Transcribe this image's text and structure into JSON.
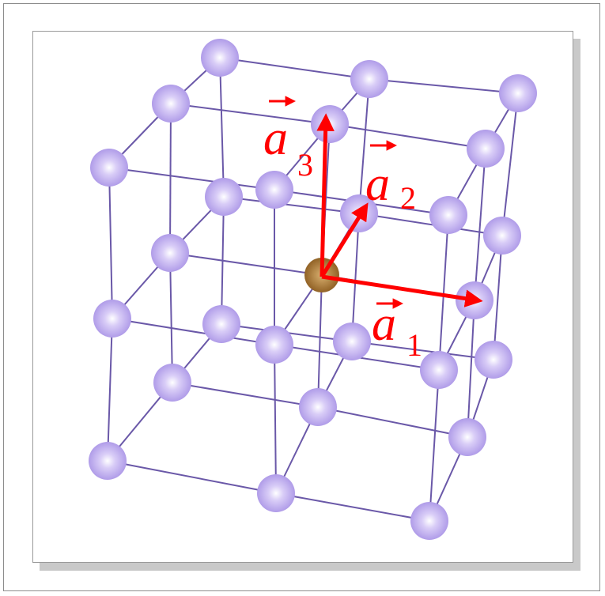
{
  "vectors": [
    {
      "id": "a1",
      "letter": "a",
      "subscript": "1"
    },
    {
      "id": "a2",
      "letter": "a",
      "subscript": "2"
    },
    {
      "id": "a3",
      "letter": "a",
      "subscript": "3"
    }
  ],
  "colors": {
    "atom": "#b7a3ec",
    "atom_center": "#f6f1ff",
    "origin_atom": "#9c6a2a",
    "bond": "#6a58a8",
    "vector": "#ff0000"
  }
}
